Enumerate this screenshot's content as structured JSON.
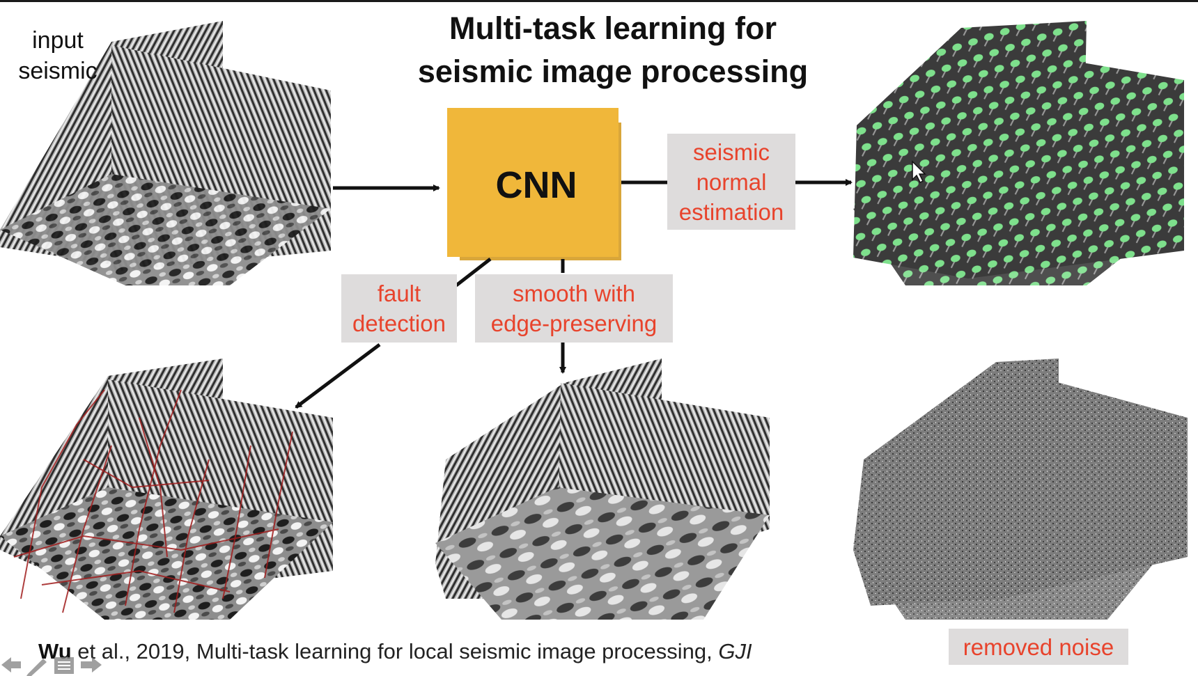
{
  "title": {
    "line1": "Multi-task learning for",
    "line2": "seismic image processing"
  },
  "labels": {
    "input_line1": "input",
    "input_line2": "seismic",
    "cnn": "CNN",
    "normal_line1": "seismic",
    "normal_line2": "normal",
    "normal_line3": "estimation",
    "fault_line1": "fault",
    "fault_line2": "detection",
    "smooth_line1": "smooth with",
    "smooth_line2": "edge-preserving",
    "noise": "removed noise"
  },
  "citation": {
    "author": "Wu",
    "text": " et al., 2019, Multi-task learning for local seismic image processing, ",
    "journal": "GJI"
  },
  "colors": {
    "cnn_box": "#f0b73a",
    "label_text": "#e8432c",
    "label_bg": "#dedcdc",
    "normal_vectors": "#7ee08c"
  },
  "icons": [
    "back-arrow-icon",
    "pen-icon",
    "menu-icon",
    "forward-arrow-icon"
  ]
}
